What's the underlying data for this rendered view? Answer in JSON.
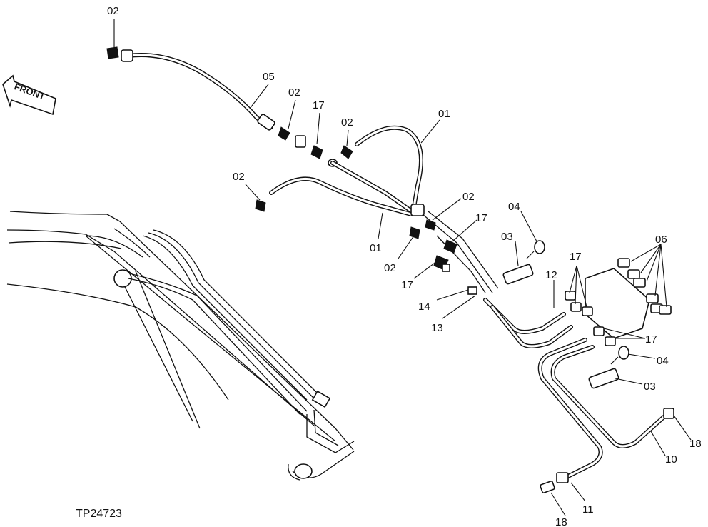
{
  "figure_id": "TP24723",
  "front_arrow_label": "FRONT",
  "callouts": {
    "c02_top": "02",
    "c05": "05",
    "c02_a": "02",
    "c17_a": "17",
    "c02_b": "02",
    "c01_top": "01",
    "c02_left": "02",
    "c02_c": "02",
    "c01_mid": "01",
    "c17_b": "17",
    "c02_d": "02",
    "c17_c": "17",
    "c04_top": "04",
    "c03_top": "03",
    "c14": "14",
    "c13": "13",
    "c17_d": "17",
    "c12": "12",
    "c06": "06",
    "c17_e": "17",
    "c04_bot": "04",
    "c03_bot": "03",
    "c18_right": "18",
    "c10": "10",
    "c11": "11",
    "c18_bot": "18"
  }
}
